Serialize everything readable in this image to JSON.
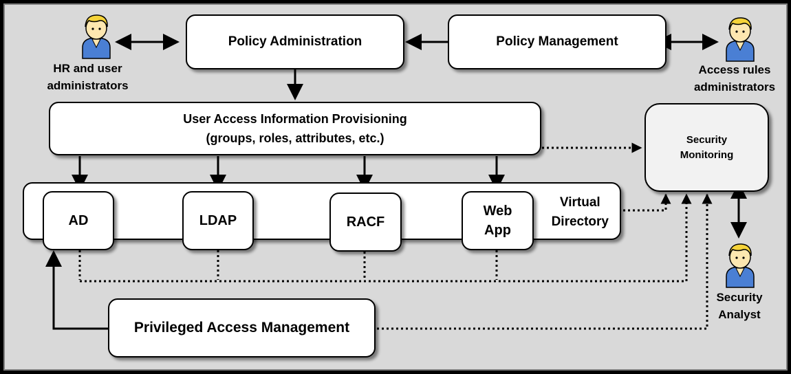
{
  "boxes": {
    "policy_admin": "Policy Administration",
    "policy_mgmt": "Policy Management",
    "provisioning_line1": "User Access Information Provisioning",
    "provisioning_line2": "(groups, roles, attributes, etc.)",
    "virtual_directory_line1": "Virtual",
    "virtual_directory_line2": "Directory",
    "security_monitoring_line1": "Security",
    "security_monitoring_line2": "Monitoring",
    "ad": "AD",
    "ldap": "LDAP",
    "racf": "RACF",
    "webapp_line1": "Web",
    "webapp_line2": "App",
    "pam": "Privileged Access Management"
  },
  "actors": {
    "hr_line1": "HR and user",
    "hr_line2": "administrators",
    "access_rules_line1": "Access rules",
    "access_rules_line2": "administrators",
    "analyst_line1": "Security",
    "analyst_line2": "Analyst"
  },
  "colors": {
    "background": "#d9d9d9",
    "box_fill": "#ffffff",
    "monitoring_fill": "#f2f2f2",
    "person_hair": "#f5d33a",
    "person_skin": "#fde7b0",
    "person_body": "#4a7fd4"
  },
  "icons": [
    "person-icon"
  ]
}
